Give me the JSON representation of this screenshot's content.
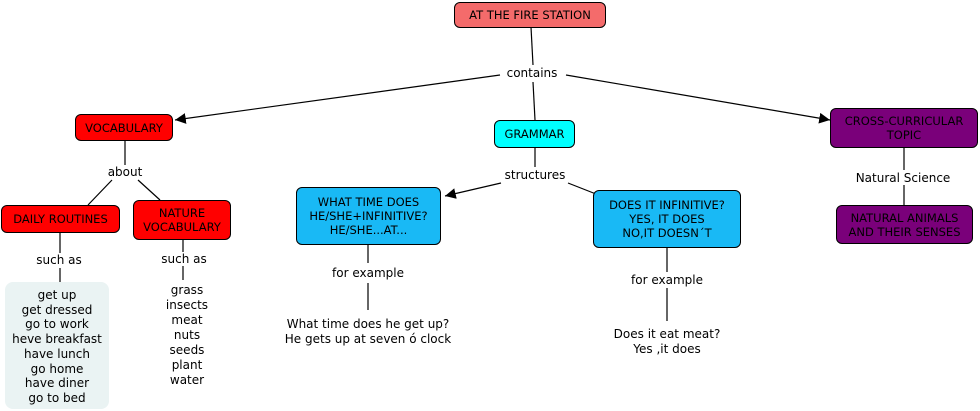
{
  "colors": {
    "root": "#f46b6b",
    "red": "#ff0000",
    "cyan": "#00ffff",
    "blue": "#19b9f5",
    "purple": "#7a007a",
    "list_bg": "#eaf3f3"
  },
  "concepts": {
    "root": "AT THE FIRE STATION",
    "vocabulary": "VOCABULARY",
    "grammar": "GRAMMAR",
    "cross": "CROSS-CURRICULAR\nTOPIC",
    "daily": "DAILY ROUTINES",
    "nature": "NATURE\nVOCABULARY",
    "what_time": "WHAT TIME DOES\nHE/SHE+INFINITIVE?\nHE/SHE...AT...",
    "does_it": "DOES IT INFINITIVE?\nYES, IT DOES\nNO,IT DOESN´T",
    "natural_animals": "NATURAL ANIMALS\nAND THEIR SENSES"
  },
  "linking_phrases": {
    "contains": "contains",
    "about": "about",
    "structures": "structures",
    "natural_science": "Natural Science",
    "such_as_left": "such as",
    "such_as_right": "such as",
    "for_example_left": "for example",
    "for_example_right": "for example"
  },
  "leaves": {
    "daily_list": "get up\nget dressed\ngo to work\nheve breakfast\nhave lunch\ngo home\nhave diner\ngo to bed",
    "nature_list": "grass\ninsects\nmeat\nnuts\nseeds\nplant\nwater",
    "example_left": "What time does he get up?\nHe gets up at seven ó clock",
    "example_right": "Does it eat meat?\nYes ,it does"
  }
}
